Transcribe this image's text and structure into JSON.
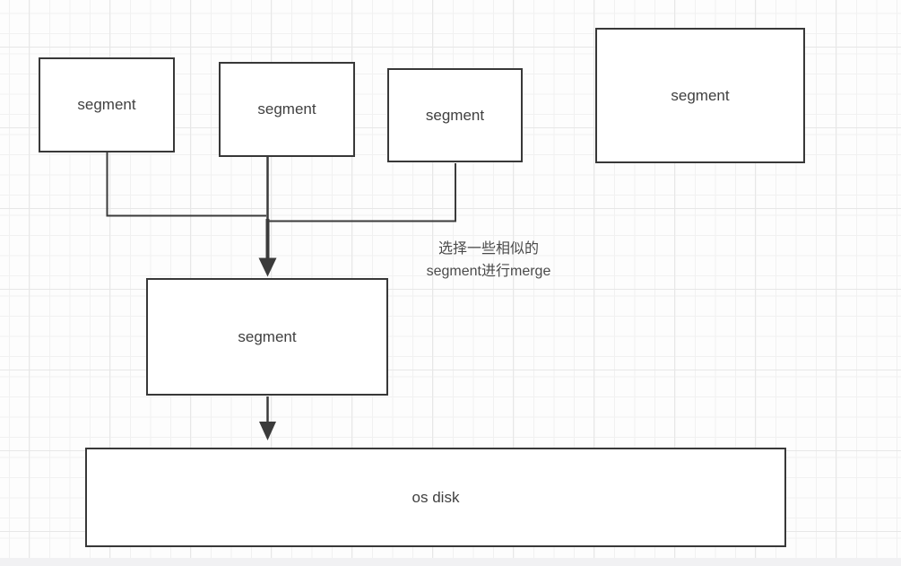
{
  "diagram": {
    "nodes": {
      "segment1": {
        "label": "segment"
      },
      "segment2": {
        "label": "segment"
      },
      "segment3": {
        "label": "segment"
      },
      "segment4": {
        "label": "segment"
      },
      "merged": {
        "label": "segment"
      },
      "osdisk": {
        "label": "os disk"
      }
    },
    "annotation": {
      "line1": "选择一些相似的",
      "line2": "segment进行merge"
    },
    "colors": {
      "shape_stroke": "#383838",
      "shape_fill": "#ffffff",
      "text": "#404040",
      "annotation_text": "#4a4a4a",
      "grid_minor": "#f1f1f1",
      "grid_major": "#e7e7e7",
      "canvas_background": "#fdfdfd",
      "scrollbar_track": "#f1f1f3"
    }
  }
}
